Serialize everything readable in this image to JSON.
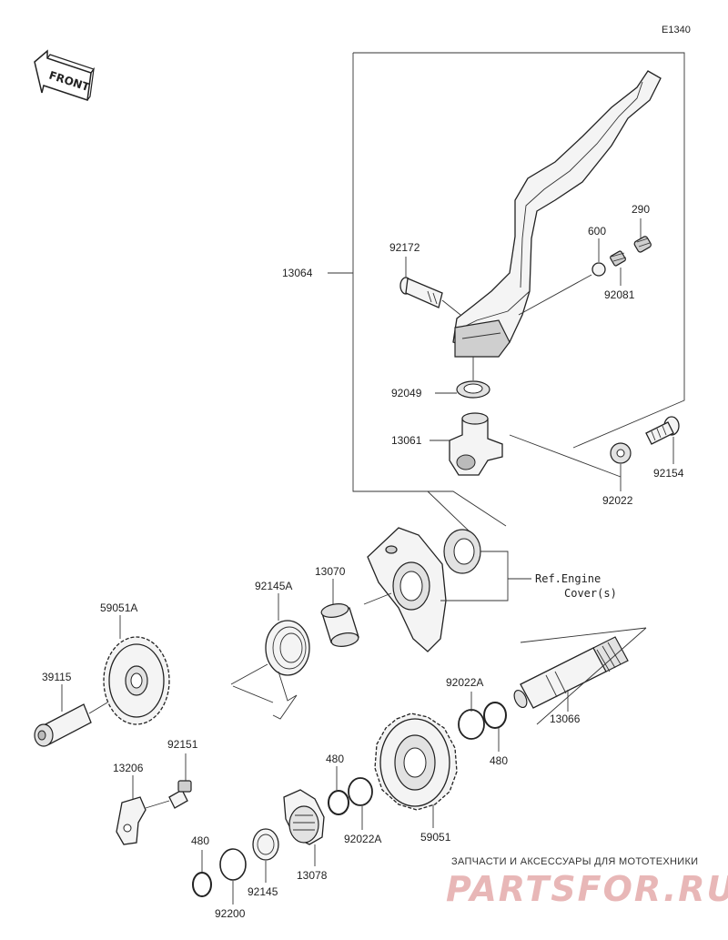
{
  "diagram_code": "E1340",
  "front_label": "FRONT",
  "reference_label_line1": "Ref.Engine",
  "reference_label_line2": "Cover(s)",
  "watermark": {
    "tagline": "ЗАПЧАСТИ И АКСЕССУАРЫ ДЛЯ МОТОТЕХНИКИ",
    "logo": "PARTSFOR.RU"
  },
  "parts": {
    "p13064": "13064",
    "p92172": "92172",
    "p600": "600",
    "p290": "290",
    "p92081": "92081",
    "p92049": "92049",
    "p13061": "13061",
    "p92022": "92022",
    "p92154": "92154",
    "p92145A": "92145A",
    "p13070": "13070",
    "p59051A": "59051A",
    "p39115": "39115",
    "p92022A_top": "92022A",
    "p13066": "13066",
    "p480_right": "480",
    "p92151": "92151",
    "p13206": "13206",
    "p480_mid": "480",
    "p92022A_bottom": "92022A",
    "p59051": "59051",
    "p480_left": "480",
    "p92200": "92200",
    "p92145": "92145",
    "p13078": "13078"
  }
}
